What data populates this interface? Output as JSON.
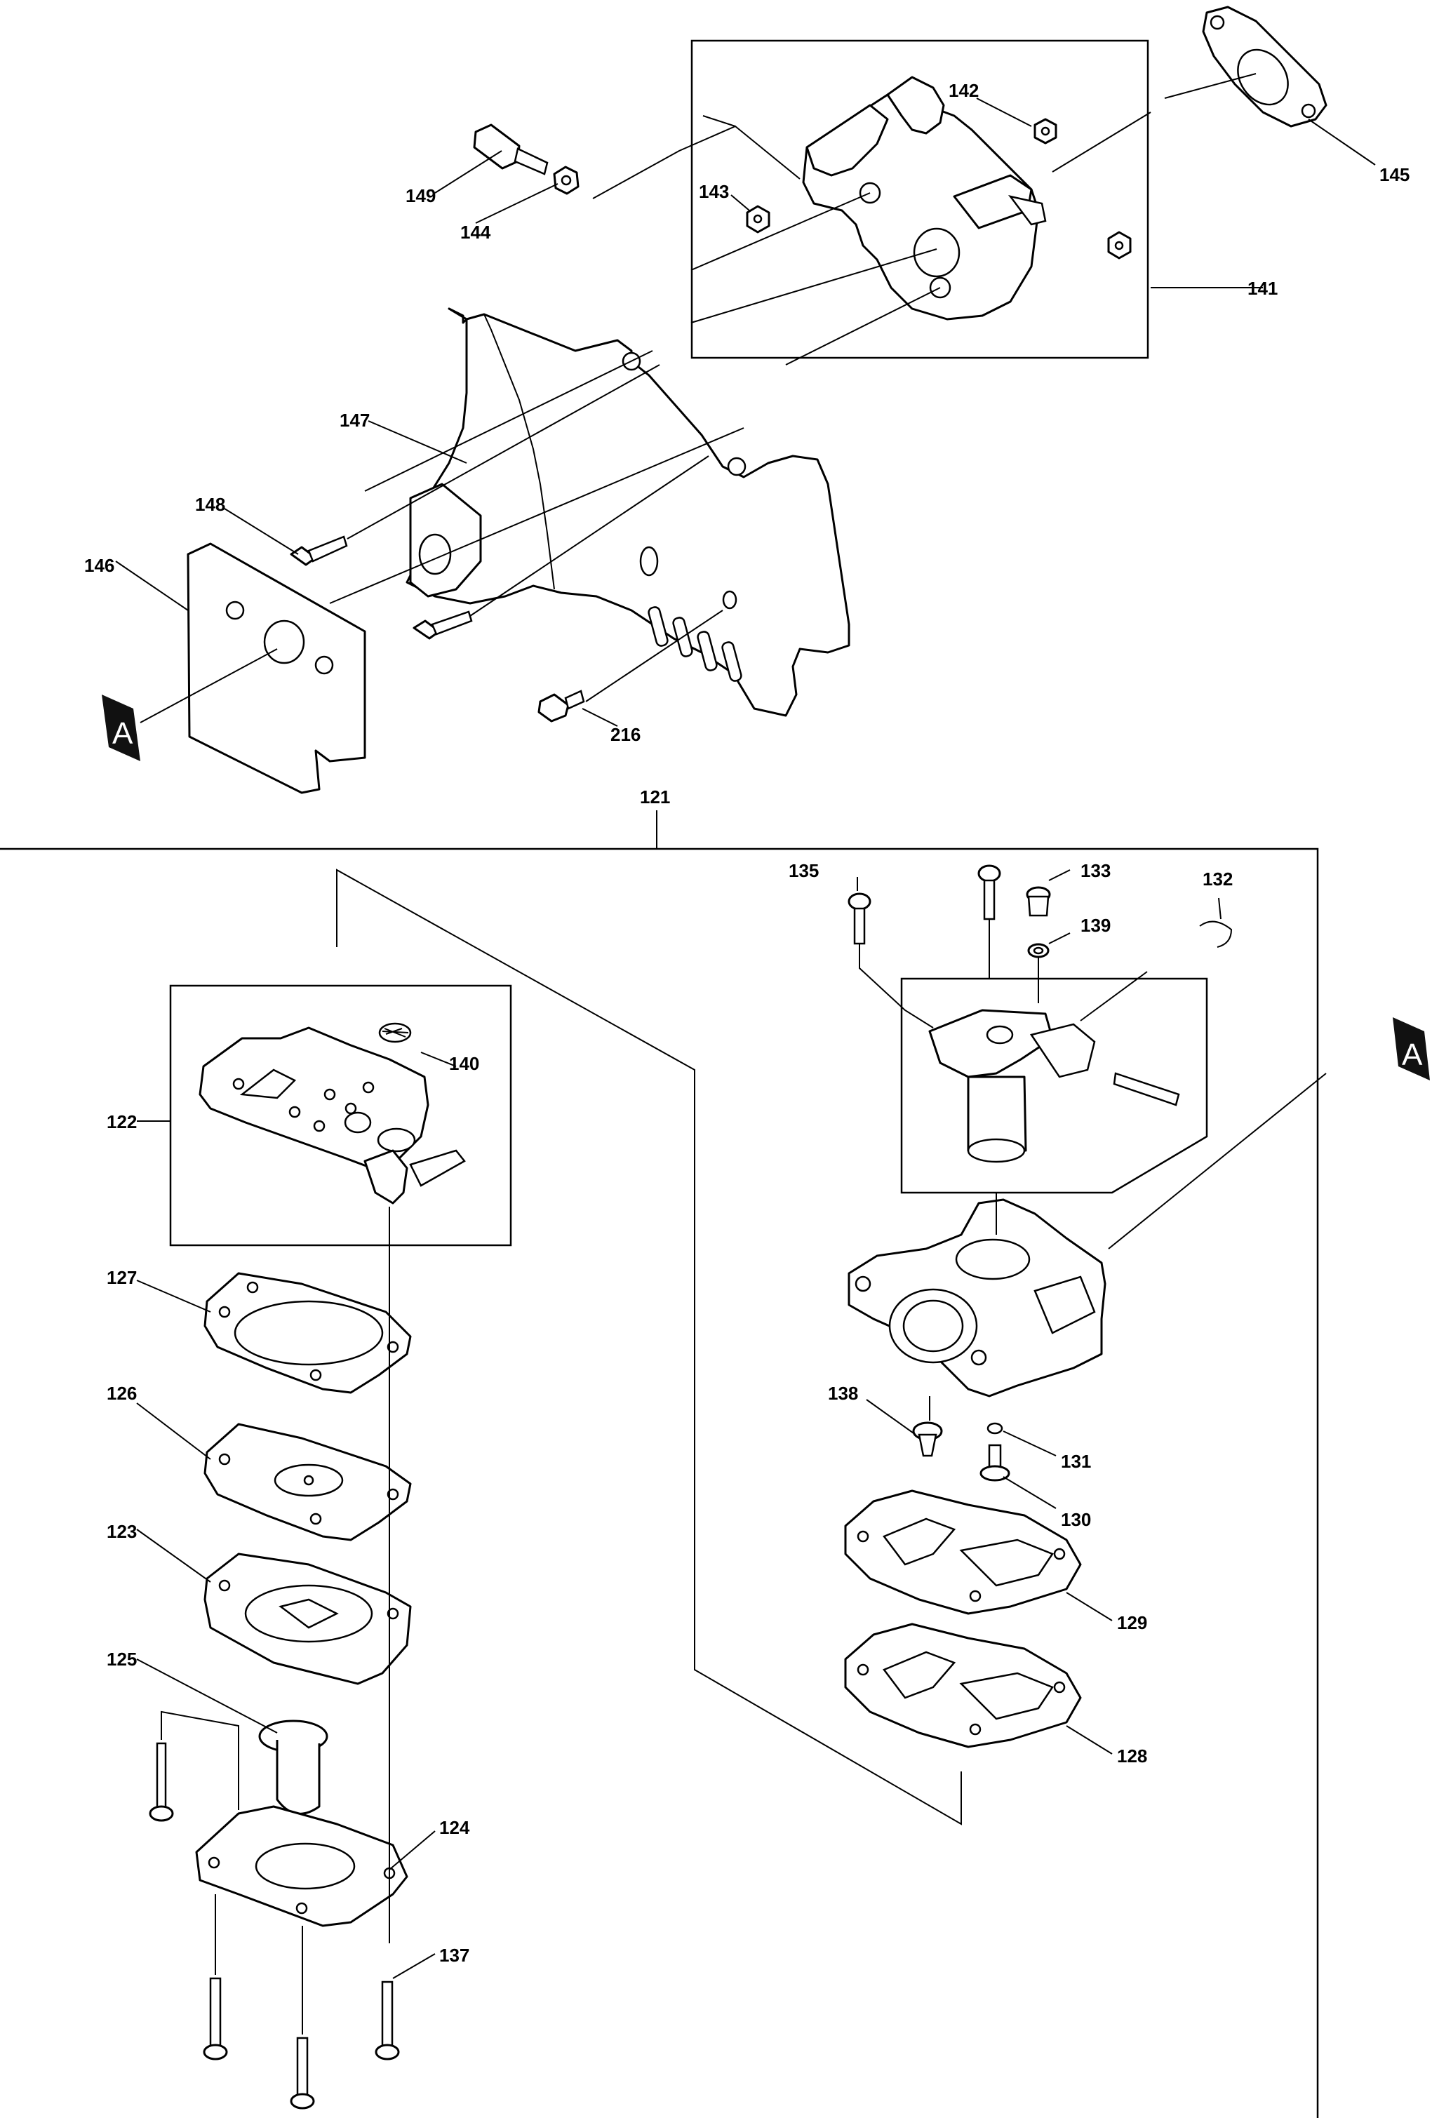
{
  "diagram": {
    "part_labels": {
      "p121": "121",
      "p122": "122",
      "p123": "123",
      "p124": "124",
      "p125": "125",
      "p126": "126",
      "p127": "127",
      "p128": "128",
      "p129": "129",
      "p130": "130",
      "p131": "131",
      "p132": "132",
      "p133": "133",
      "p135": "135",
      "p137": "137",
      "p138": "138",
      "p139": "139",
      "p140": "140",
      "p141": "141",
      "p142": "142",
      "p143": "143",
      "p144": "144",
      "p145": "145",
      "p146": "146",
      "p147": "147",
      "p148": "148",
      "p149": "149",
      "p216": "216"
    },
    "reference_markers": {
      "left": "A",
      "right": "A"
    }
  }
}
